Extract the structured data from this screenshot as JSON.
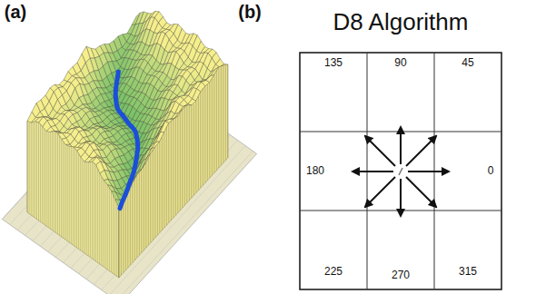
{
  "diagram": {
    "title": "D8 Algorithm",
    "labels": [
      "(a)",
      "(b)",
      "135",
      "90",
      "45",
      "180",
      "0",
      "225",
      "270",
      "315"
    ]
  }
}
